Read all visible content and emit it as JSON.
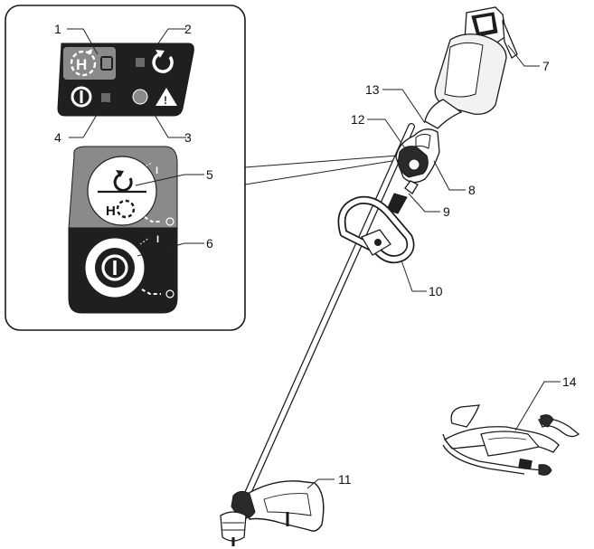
{
  "callouts": {
    "c1": "1",
    "c2": "2",
    "c3": "3",
    "c4": "4",
    "c5": "5",
    "c6": "6",
    "c7": "7",
    "c8": "8",
    "c9": "9",
    "c10": "10",
    "c11": "11",
    "c12": "12",
    "c13": "13",
    "c14": "14"
  },
  "inset": {
    "hi_letter_upper": "H",
    "hi_letter_lower": "H",
    "warning_mark": "!",
    "switch_on_mark": "I",
    "switch_off_mark": "O"
  },
  "colors": {
    "panel_dark": "#1f1f1f",
    "panel_grey": "#8a8a8a",
    "indicator_grey": "#6a6a6a",
    "line": "#1a1a1a"
  },
  "icons": [
    "rotation-icon",
    "high-speed-rotation-icon",
    "power-icon",
    "warning-icon",
    "led-icon"
  ]
}
